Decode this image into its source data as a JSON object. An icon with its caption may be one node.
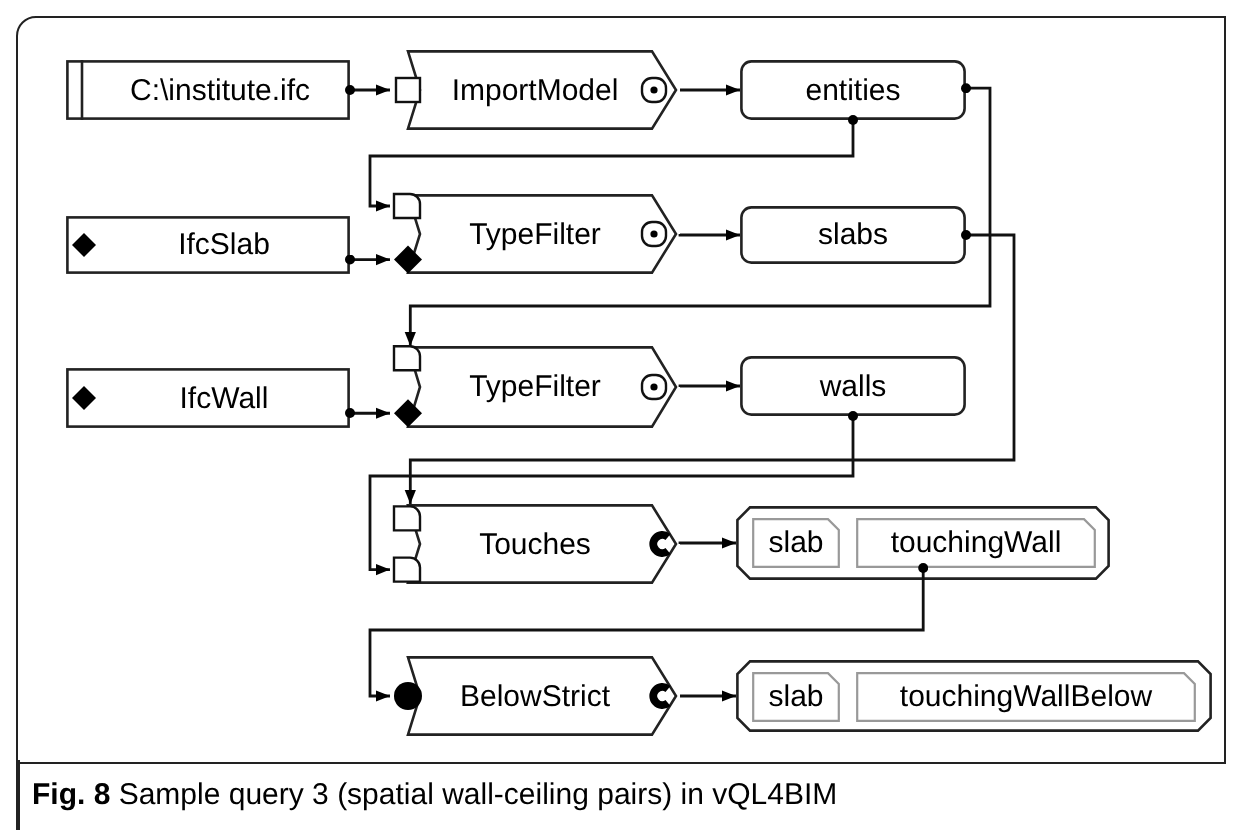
{
  "diagram": {
    "caption": "**Fig. 8** Sample query 3 (spatial wall-ceiling pairs) in vQL4BIM",
    "nodes": [
      {
        "text": [
          "C:\\institute.ifc"
        ]
      },
      {
        "text": [
          "ImportModel"
        ]
      },
      {
        "text": [
          "entities"
        ]
      },
      {
        "text": [
          "IfcSlab"
        ]
      },
      {
        "text": [
          "TypeFilter"
        ]
      },
      {
        "text": [
          "slabs"
        ]
      },
      {
        "text": [
          "IfcWall"
        ]
      },
      {
        "text": [
          "TypeFilter"
        ]
      },
      {
        "text": [
          "walls"
        ]
      },
      {
        "text": [
          "Touches"
        ]
      },
      {
        "text": [],
        "shape": "box"
      },
      {
        "text": [
          "slab"
        ],
        "in": 10
      },
      {
        "text": [
          "touchingWall"
        ],
        "in": 10
      },
      {
        "text": [
          "BelowStrict"
        ]
      },
      {
        "text": [],
        "shape": "box"
      },
      {
        "text": [
          "slab"
        ],
        "in": 14
      },
      {
        "text": [
          "touchingWallBelow"
        ],
        "in": 14
      }
    ],
    "edges": [
      {
        "from": 0,
        "to": 1,
        "arrow": "to"
      },
      {
        "from": 1,
        "to": 2,
        "arrow": "to"
      },
      {
        "from": 2,
        "to": 4,
        "arrow": "to"
      },
      {
        "from": 2,
        "to": 7,
        "arrow": "to"
      },
      {
        "from": 3,
        "to": 4,
        "arrow": "to"
      },
      {
        "from": 4,
        "to": 5,
        "arrow": "to"
      },
      {
        "from": 5,
        "to": 9,
        "arrow": "to"
      },
      {
        "from": 6,
        "to": 7,
        "arrow": "to"
      },
      {
        "from": 7,
        "to": 8,
        "arrow": "to"
      },
      {
        "from": 8,
        "to": 9,
        "arrow": "to"
      },
      {
        "from": 9,
        "to": 10,
        "arrow": "to"
      },
      {
        "from": 12,
        "to": 13,
        "arrow": "to"
      },
      {
        "from": 13,
        "to": 14,
        "arrow": "to"
      }
    ]
  }
}
